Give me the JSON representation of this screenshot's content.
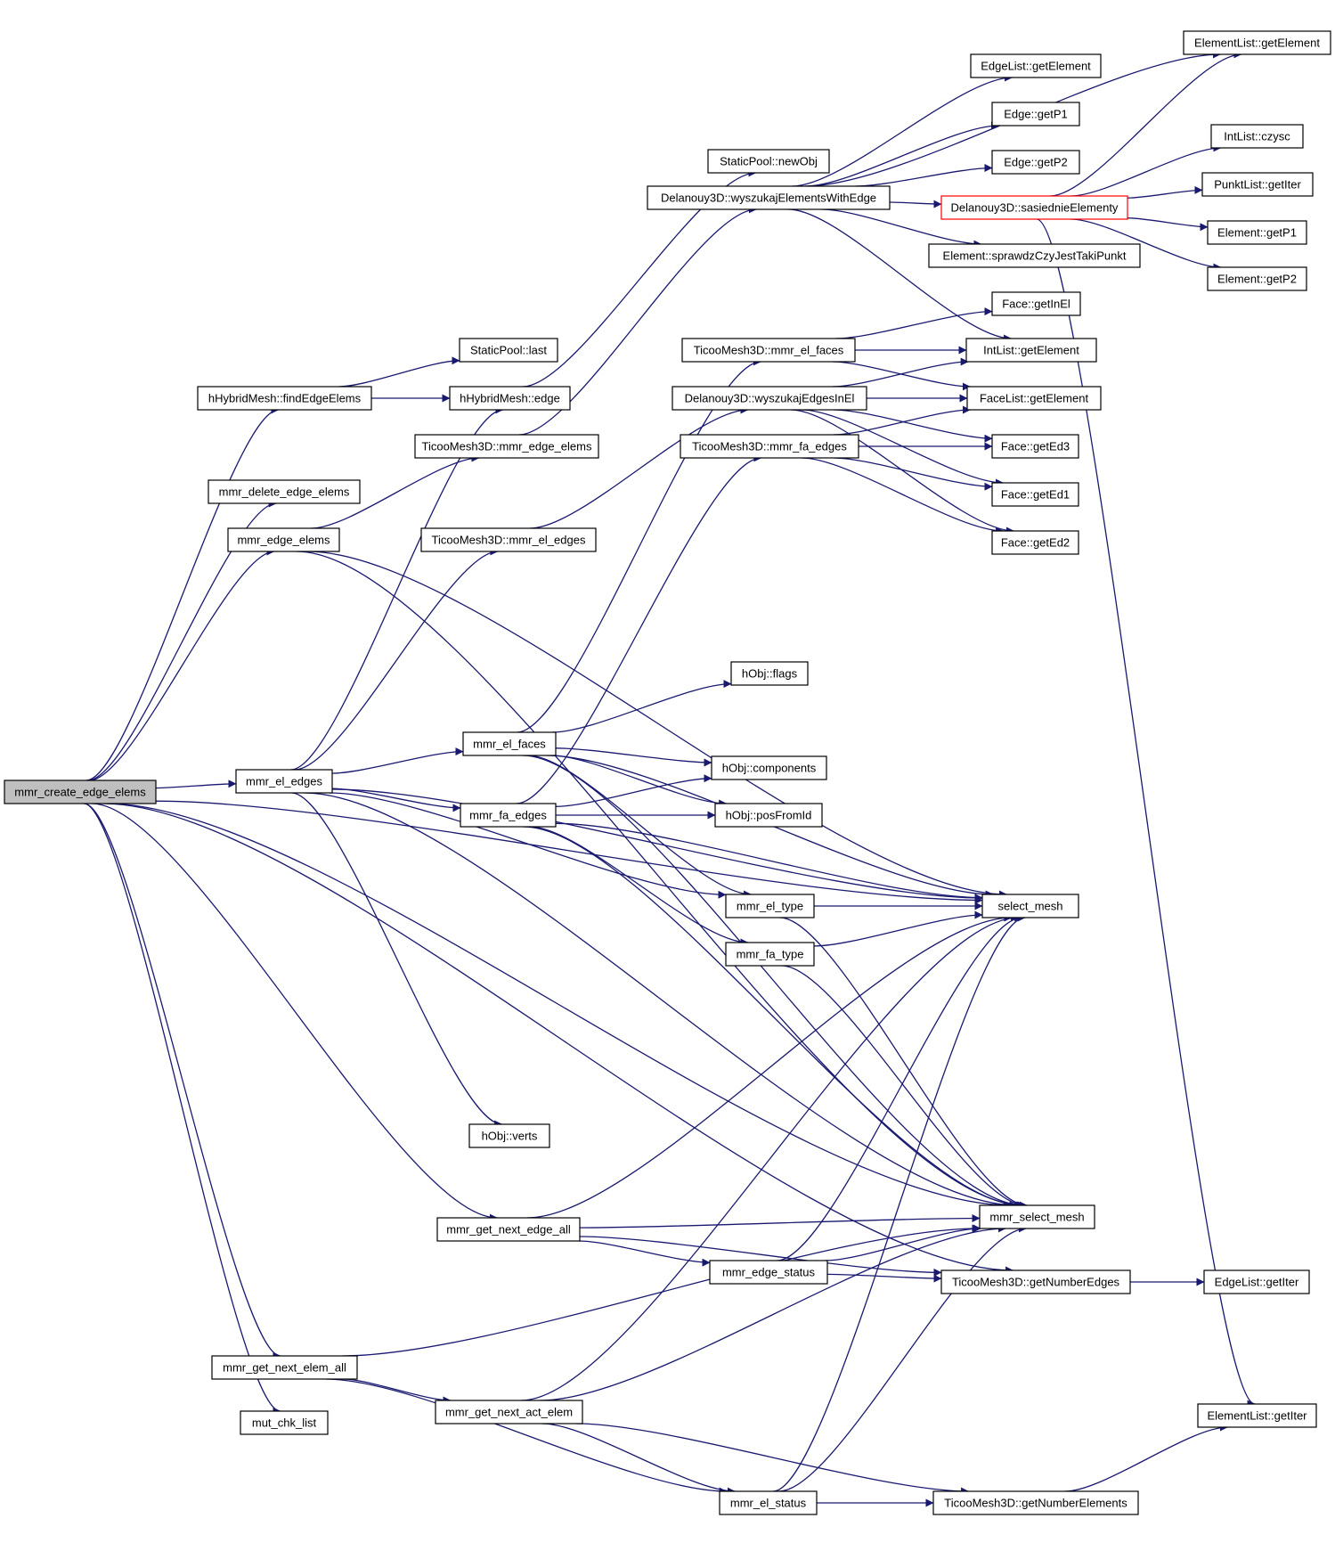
{
  "colors": {
    "edge": "#191970",
    "node_border": "#000000",
    "root_fill": "#bfbfbf",
    "highlight_border": "#ff0000"
  },
  "nodes": {
    "root": "mmr_create_edge_elems",
    "findEdgeElems": "hHybridMesh::findEdgeElems",
    "delEdgeElems": "mmr_delete_edge_elems",
    "edgeElems": "mmr_edge_elems",
    "elEdges": "mmr_el_edges",
    "nextEdgeAll": "mmr_get_next_edge_all",
    "nextElemAll": "mmr_get_next_elem_all",
    "mutChk": "mut_chk_list",
    "spLast": "StaticPool::last",
    "hhEdge": "hHybridMesh::edge",
    "tmEdgeElems": "TicooMesh3D::mmr_edge_elems",
    "tmElEdges": "TicooMesh3D::mmr_el_edges",
    "elFaces": "mmr_el_faces",
    "faEdges": "mmr_fa_edges",
    "hVerts": "hObj::verts",
    "nextActElem": "mmr_get_next_act_elem",
    "spNewObj": "StaticPool::newObj",
    "dWithEdge": "Delanouy3D::wyszukajElementsWithEdge",
    "tmElFaces": "TicooMesh3D::mmr_el_faces",
    "dEdgesInEl": "Delanouy3D::wyszukajEdgesInEl",
    "tmFaEdges": "TicooMesh3D::mmr_fa_edges",
    "hFlags": "hObj::flags",
    "hComponents": "hObj::components",
    "hPosFromId": "hObj::posFromId",
    "elType": "mmr_el_type",
    "faType": "mmr_fa_type",
    "edgeStatus": "mmr_edge_status",
    "elStatus": "mmr_el_status",
    "elGetEl": "EdgeList::getElement",
    "eP1": "Edge::getP1",
    "eP2": "Edge::getP2",
    "dSas": "Delanouy3D::sasiednieElementy",
    "elSpr": "Element::sprawdzCzyJestTakiPunkt",
    "fInEl": "Face::getInEl",
    "ilGet": "IntList::getElement",
    "flGet": "FaceList::getElement",
    "fEd3": "Face::getEd3",
    "fEd1": "Face::getEd1",
    "fEd2": "Face::getEd2",
    "selMesh": "select_mesh",
    "mmrSel": "mmr_select_mesh",
    "tmNumEdges": "TicooMesh3D::getNumberEdges",
    "tmNumElems": "TicooMesh3D::getNumberElements",
    "elListGet": "ElementList::getElement",
    "ilCzysc": "IntList::czysc",
    "plIter": "PunktList::getIter",
    "elemP1": "Element::getP1",
    "elemP2": "Element::getP2",
    "edgeListIter": "EdgeList::getIter",
    "elListIter": "ElementList::getIter"
  },
  "edges": [
    [
      "root",
      "findEdgeElems"
    ],
    [
      "root",
      "delEdgeElems"
    ],
    [
      "root",
      "edgeElems"
    ],
    [
      "root",
      "elEdges"
    ],
    [
      "root",
      "selMesh"
    ],
    [
      "root",
      "nextEdgeAll"
    ],
    [
      "root",
      "mmrSel"
    ],
    [
      "root",
      "tmNumEdges"
    ],
    [
      "root",
      "nextElemAll"
    ],
    [
      "root",
      "mutChk"
    ],
    [
      "findEdgeElems",
      "spLast"
    ],
    [
      "findEdgeElems",
      "hhEdge"
    ],
    [
      "hhEdge",
      "spNewObj"
    ],
    [
      "edgeElems",
      "tmEdgeElems"
    ],
    [
      "edgeElems",
      "selMesh"
    ],
    [
      "edgeElems",
      "mmrSel"
    ],
    [
      "tmEdgeElems",
      "dWithEdge"
    ],
    [
      "tmElEdges",
      "dEdgesInEl"
    ],
    [
      "elEdges",
      "hhEdge"
    ],
    [
      "elEdges",
      "tmElEdges"
    ],
    [
      "elEdges",
      "selMesh"
    ],
    [
      "elEdges",
      "elFaces"
    ],
    [
      "elEdges",
      "faEdges"
    ],
    [
      "elEdges",
      "elType"
    ],
    [
      "elEdges",
      "hVerts"
    ],
    [
      "elEdges",
      "mmrSel"
    ],
    [
      "elFaces",
      "tmElFaces"
    ],
    [
      "elFaces",
      "selMesh"
    ],
    [
      "elFaces",
      "hFlags"
    ],
    [
      "elFaces",
      "hComponents"
    ],
    [
      "elFaces",
      "hPosFromId"
    ],
    [
      "elFaces",
      "mmrSel"
    ],
    [
      "elFaces",
      "elType"
    ],
    [
      "faEdges",
      "tmFaEdges"
    ],
    [
      "faEdges",
      "hComponents"
    ],
    [
      "faEdges",
      "hPosFromId"
    ],
    [
      "faEdges",
      "selMesh"
    ],
    [
      "faEdges",
      "faType"
    ],
    [
      "faEdges",
      "mmrSel"
    ],
    [
      "elType",
      "selMesh"
    ],
    [
      "elType",
      "mmrSel"
    ],
    [
      "faType",
      "selMesh"
    ],
    [
      "faType",
      "mmrSel"
    ],
    [
      "nextEdgeAll",
      "selMesh"
    ],
    [
      "nextEdgeAll",
      "mmrSel"
    ],
    [
      "nextEdgeAll",
      "edgeStatus"
    ],
    [
      "nextEdgeAll",
      "tmNumEdges"
    ],
    [
      "edgeStatus",
      "selMesh"
    ],
    [
      "edgeStatus",
      "mmrSel"
    ],
    [
      "edgeStatus",
      "tmNumEdges"
    ],
    [
      "nextElemAll",
      "mmrSel"
    ],
    [
      "nextElemAll",
      "nextActElem"
    ],
    [
      "nextElemAll",
      "elStatus"
    ],
    [
      "nextActElem",
      "mmrSel"
    ],
    [
      "nextActElem",
      "selMesh"
    ],
    [
      "nextActElem",
      "elStatus"
    ],
    [
      "nextActElem",
      "tmNumElems"
    ],
    [
      "elStatus",
      "selMesh"
    ],
    [
      "elStatus",
      "mmrSel"
    ],
    [
      "elStatus",
      "tmNumElems"
    ],
    [
      "tmNumEdges",
      "edgeListIter"
    ],
    [
      "tmNumElems",
      "elListIter"
    ],
    [
      "dWithEdge",
      "elListGet"
    ],
    [
      "dWithEdge",
      "elGetEl"
    ],
    [
      "dWithEdge",
      "eP1"
    ],
    [
      "dWithEdge",
      "eP2"
    ],
    [
      "dWithEdge",
      "dSas"
    ],
    [
      "dWithEdge",
      "elSpr"
    ],
    [
      "dWithEdge",
      "ilGet"
    ],
    [
      "dSas",
      "elListGet"
    ],
    [
      "dSas",
      "ilCzysc"
    ],
    [
      "dSas",
      "plIter"
    ],
    [
      "dSas",
      "elemP1"
    ],
    [
      "dSas",
      "elemP2"
    ],
    [
      "dSas",
      "elListIter"
    ],
    [
      "tmElFaces",
      "fInEl"
    ],
    [
      "tmElFaces",
      "ilGet"
    ],
    [
      "tmElFaces",
      "flGet"
    ],
    [
      "dEdgesInEl",
      "ilGet"
    ],
    [
      "dEdgesInEl",
      "flGet"
    ],
    [
      "dEdgesInEl",
      "fEd3"
    ],
    [
      "dEdgesInEl",
      "fEd1"
    ],
    [
      "dEdgesInEl",
      "fEd2"
    ],
    [
      "tmFaEdges",
      "flGet"
    ],
    [
      "tmFaEdges",
      "fEd3"
    ],
    [
      "tmFaEdges",
      "fEd1"
    ],
    [
      "tmFaEdges",
      "fEd2"
    ]
  ]
}
